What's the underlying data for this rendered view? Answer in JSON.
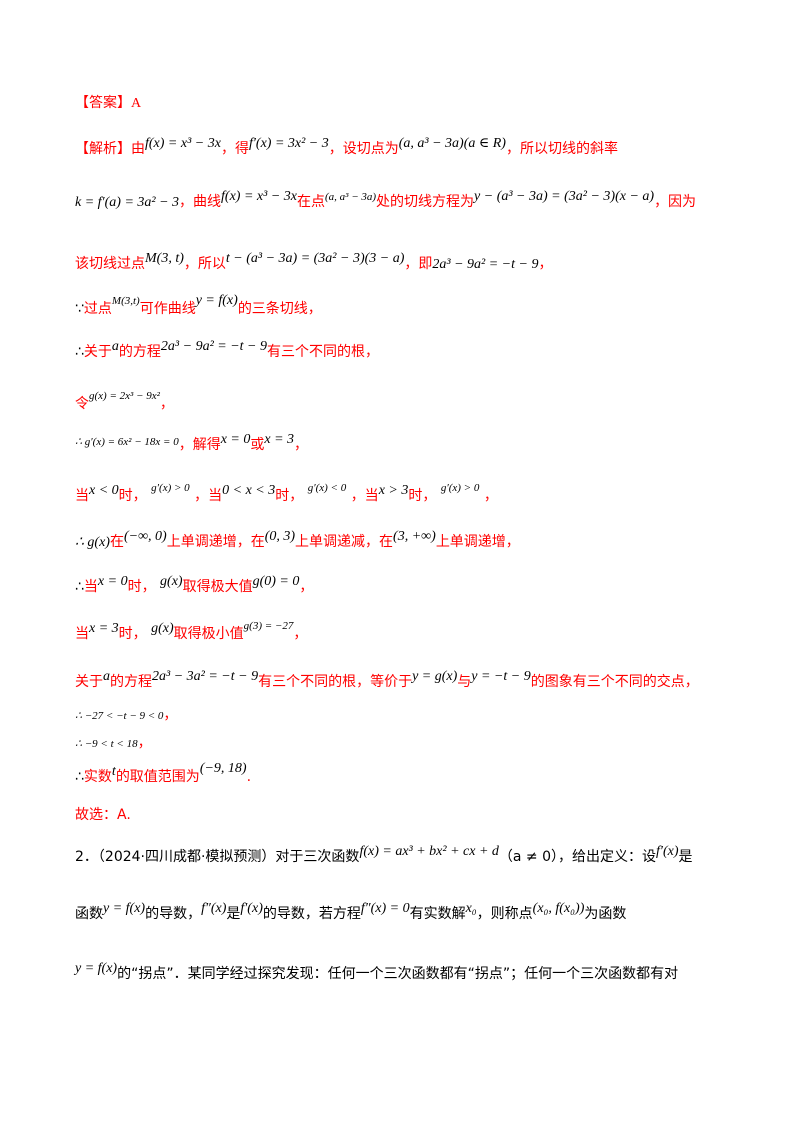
{
  "answer": {
    "label": "【答案】",
    "value": "A"
  },
  "analysis": {
    "label": "【解析】",
    "lines": [
      {
        "segments": [
          "由",
          "f(x) = x³ − 3x",
          "，得",
          "f′(x) = 3x² − 3",
          "，设切点为",
          "(a, a³ − 3a)(a ∈ R)",
          "，所以切线的斜率"
        ]
      },
      {
        "segments": [
          "k = f′(a) = 3a² − 3",
          "，曲线",
          "f(x) = x³ − 3x",
          "在点",
          "(a, a³ − 3a)",
          "处的切线方程为",
          "y − (a³ − 3a) = (3a² − 3)(x − a)",
          "，因为"
        ]
      },
      {
        "segments": [
          "该切线过点",
          "M(3, t)",
          "，所以",
          "t − (a³ − 3a) = (3a² − 3)(3 − a)",
          "，即",
          "2a³ − 9a² = −t − 9",
          "，"
        ]
      },
      {
        "segments": [
          "∵",
          "过点",
          "M(3,t)",
          "可作曲线",
          "y = f(x)",
          "的三条切线，"
        ]
      },
      {
        "segments": [
          "∴",
          "关于",
          "a",
          "的方程",
          "2a³ − 9a² = −t − 9",
          "有三个不同的根，"
        ]
      },
      {
        "segments": [
          "令",
          "g(x) = 2x³ − 9x²",
          "，"
        ]
      },
      {
        "segments": [
          "∴ g′(x) = 6x² − 18x = 0",
          "，解得",
          "x = 0",
          "或",
          "x = 3",
          "，"
        ]
      },
      {
        "segments": [
          "当",
          "x < 0",
          "时，",
          "g′(x) > 0",
          "，当",
          "0 < x < 3",
          "时，",
          "g′(x) < 0",
          "，当",
          "x > 3",
          "时，",
          "g′(x) > 0",
          "，"
        ]
      },
      {
        "segments": [
          "∴ g(x)",
          "在",
          "(−∞, 0)",
          "上单调递增，在",
          "(0, 3)",
          "上单调递减，在",
          "(3, +∞)",
          "上单调递增，"
        ]
      },
      {
        "segments": [
          "∴",
          "当",
          "x = 0",
          "时，",
          "g(x)",
          "取得极大值",
          "g(0) = 0",
          "，"
        ]
      },
      {
        "segments": [
          "当",
          "x = 3",
          "时，",
          "g(x)",
          "取得极小值",
          "g(3) = −27",
          "，"
        ]
      },
      {
        "segments": [
          "关于",
          "a",
          "的方程",
          "2a³ − 3a² = −t − 9",
          "有三个不同的根，等价于",
          "y = g(x)",
          "与",
          "y = −t − 9",
          "的图象有三个不同的交点，"
        ]
      },
      {
        "segments": [
          "∴ −27 < −t − 9 < 0",
          "，"
        ]
      },
      {
        "segments": [
          "∴ −9 < t < 18",
          "，"
        ]
      },
      {
        "segments": [
          "∴",
          "实数",
          "t",
          "的取值范围为",
          "(−9, 18)",
          "."
        ]
      },
      {
        "segments": [
          "故选：A."
        ]
      }
    ]
  },
  "problem2": {
    "lines": [
      {
        "segments": [
          "2．（2024·四川成都·模拟预测）对于三次函数",
          "f(x) = ax³ + bx² + cx + d",
          "（a ≠ 0），给出定义：设",
          "f′(x)",
          "是"
        ]
      },
      {
        "segments": [
          "函数",
          "y = f(x)",
          "的导数，",
          "f″(x)",
          "是",
          "f′(x)",
          "的导数，若方程",
          "f″(x) = 0",
          "有实数解",
          "x₀",
          "，则称点",
          "(x₀, f(x₀))",
          "为函数"
        ]
      },
      {
        "segments": [
          "y = f(x)",
          "的“拐点”．某同学经过探究发现：任何一个三次函数都有“拐点”；任何一个三次函数都有对"
        ]
      }
    ]
  },
  "colors": {
    "accent_red": "#ff0000",
    "text_black": "#000000",
    "background": "#ffffff"
  }
}
